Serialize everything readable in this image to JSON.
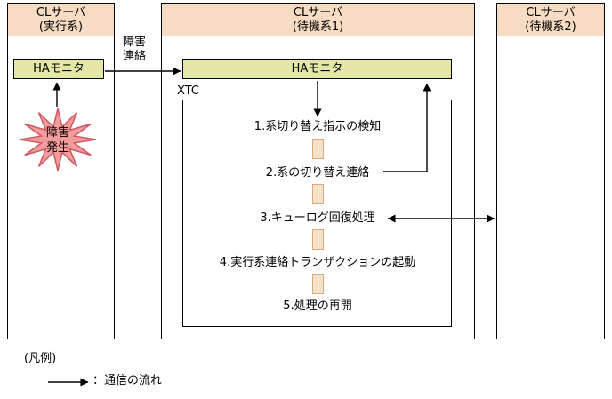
{
  "colors": {
    "header_fill": "#F5DCC2",
    "monitor_fill": "#E4E8A6",
    "burst_fill": "#F49C9C",
    "burst_stroke": "#CC5A64",
    "connector_fill": "#F6E1CA",
    "connector_stroke": "#DFA878",
    "line_color": "#000000"
  },
  "servers": {
    "active": {
      "title": "CLサーバ\n(実行系)"
    },
    "standby1": {
      "title": "CLサーバ\n(待機系1)"
    },
    "standby2": {
      "title": "CLサーバ\n(待機系2)"
    }
  },
  "active_system": {
    "ha_monitor": "HAモニタ",
    "failure_burst": "障害\n発生"
  },
  "standby1_system": {
    "ha_monitor": "HAモニタ",
    "xtc_label": "XTC",
    "steps": [
      "1.系切り替え指示の検知",
      "2.系の切り替え連絡",
      "3.キューログ回復処理",
      "4.実行系連絡トランザクションの起動",
      "5.処理の再開"
    ]
  },
  "labels": {
    "failure_notice": "障害\n連絡"
  },
  "legend": {
    "title": "(凡例)",
    "flow_label": "：通信の流れ"
  }
}
